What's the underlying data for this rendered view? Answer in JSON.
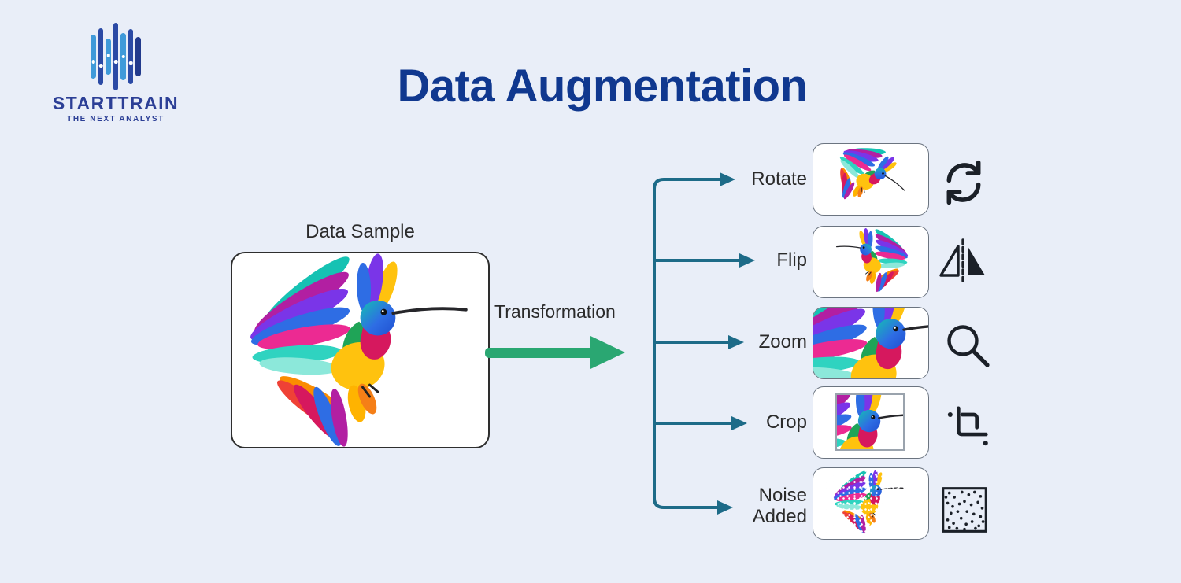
{
  "logo": {
    "brand": "STARTTRAIN",
    "tagline": "THE NEXT ANALYST"
  },
  "header": {
    "title": "Data Augmentation"
  },
  "sample": {
    "label": "Data Sample",
    "image": "colorful-hummingbird"
  },
  "transform": {
    "label": "Transformation"
  },
  "branches": [
    {
      "label": "Rotate",
      "icon": "rotate-sync-icon",
      "image": "hummingbird-rotated"
    },
    {
      "label": "Flip",
      "icon": "flip-horizontal-icon",
      "image": "hummingbird-mirrored"
    },
    {
      "label": "Zoom",
      "icon": "magnifier-icon",
      "image": "hummingbird-zoomed"
    },
    {
      "label": "Crop",
      "icon": "crop-icon",
      "image": "hummingbird-cropped"
    },
    {
      "label": "Noise Added",
      "icon": "noise-speckle-icon",
      "image": "hummingbird-noisy"
    }
  ],
  "colors": {
    "background": "#e9eef8",
    "title_navy": "#10388f",
    "brand_navy": "#2c3f96",
    "bar_light": "#3f9ad9",
    "bar_dark": "#2b4aa5",
    "bar_deep": "#223a8c",
    "line_teal": "#1d6b88",
    "arrow_green": "#2aa772",
    "text_dark": "#2a2a2a",
    "box_border": "#2e2e2e",
    "thumb_border": "#6b7480",
    "icon_black": "#1b2028",
    "crop_frame_border": "#9aa3ad"
  }
}
